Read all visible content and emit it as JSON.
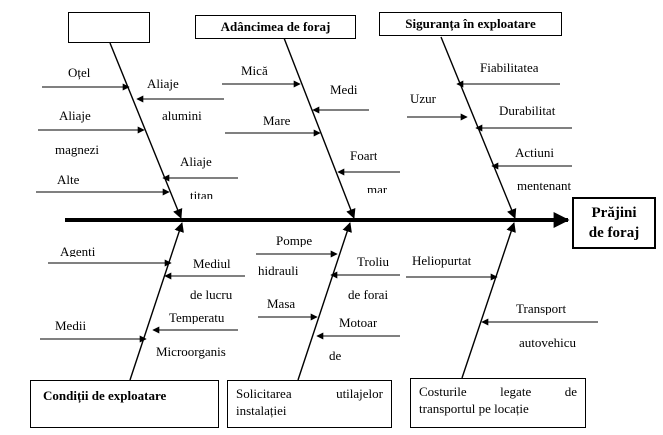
{
  "effect": [
    "Prăjini",
    "de foraj"
  ],
  "categories": {
    "top_empty": "",
    "depth": "Adâncimea de foraj",
    "safety": "Siguranța în exploatare",
    "conditions": "Condiții de exploatare",
    "equipment": [
      "Solicitarea utilajelor",
      "instalației"
    ],
    "transport": [
      "Costurile legate de",
      "transportul pe locație"
    ]
  },
  "causes": {
    "material": {
      "otel": "Oțel",
      "aliaje_al_1": "Aliaje",
      "aliaje_al_2": "alumini",
      "aliaje_mg_1": "Aliaje",
      "aliaje_mg_2": "magnezi",
      "aliaje_ti_1": "Aliaje",
      "aliaje_ti_2": "titan",
      "alte": "Alte"
    },
    "depth": {
      "mica": "Mică",
      "medi": "Medi",
      "mare": "Mare",
      "foarte_1": "Foart",
      "foarte_2": "mar"
    },
    "safety": {
      "fiabilitatea": "Fiabilitatea",
      "uzur": "Uzur",
      "durabilitat": "Durabilitat",
      "actiuni_1": "Actiuni",
      "actiuni_2": "mentenant"
    },
    "conditions": {
      "agenti": "Agenti",
      "mediul_1": "Mediul",
      "mediul_2": "de lucru",
      "medii": "Medii",
      "temperatu": "Temperatu",
      "microorganis": "Microorganis"
    },
    "equipment": {
      "pompe_1": "Pompe",
      "pompe_2": "hidrauli",
      "troliu_1": "Troliu",
      "troliu_2": "de forai",
      "masa": "Masa",
      "motoar_1": "Motoar",
      "motoar_2": "de"
    },
    "transport": {
      "heliopurtat": "Heliopurtat",
      "transport_1": "Transport",
      "transport_2": "autovehicu"
    }
  }
}
